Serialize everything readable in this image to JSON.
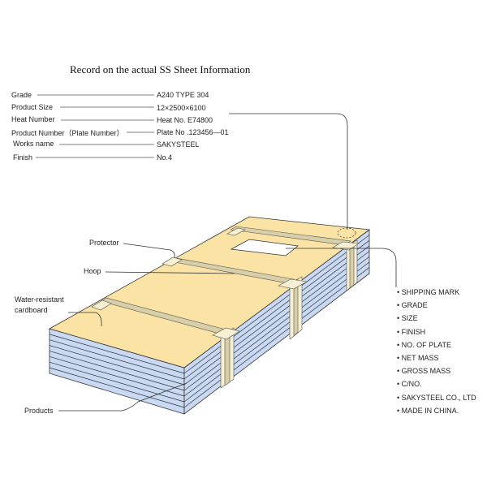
{
  "title": "Record on the actual  SS Sheet Information",
  "record": [
    {
      "label": "Grade",
      "value": "A240 TYPE 304"
    },
    {
      "label": "Product Size",
      "value": "12×2500×6100"
    },
    {
      "label": "Heat Number",
      "value": "Heat No. E74800"
    },
    {
      "label": "Product Number（Plate Number）",
      "value": "Plate No .123456—01"
    },
    {
      "label": "Works name",
      "value": "SAKYSTEEL"
    },
    {
      "label": "Finish",
      "value": "No.4"
    }
  ],
  "callouts": {
    "protector": "Protector",
    "hoop": "Hoop",
    "cardboard_1": "Water-resistant",
    "cardboard_2": "cardboard",
    "products": "Products"
  },
  "shipping_marks": [
    "• SHIPPING MARK",
    "• GRADE",
    "• SIZE",
    "• FINISH",
    "• NO. OF PLATE",
    "• NET MASS",
    "• GROSS MASS",
    "• C/NO.",
    "• SAKYSTEEL CO., LTD",
    "• MADE IN CHINA."
  ],
  "colors": {
    "cardboard": "#fbe3a6",
    "plates": "#c9d9f1",
    "strap": "#d8cfa8"
  }
}
